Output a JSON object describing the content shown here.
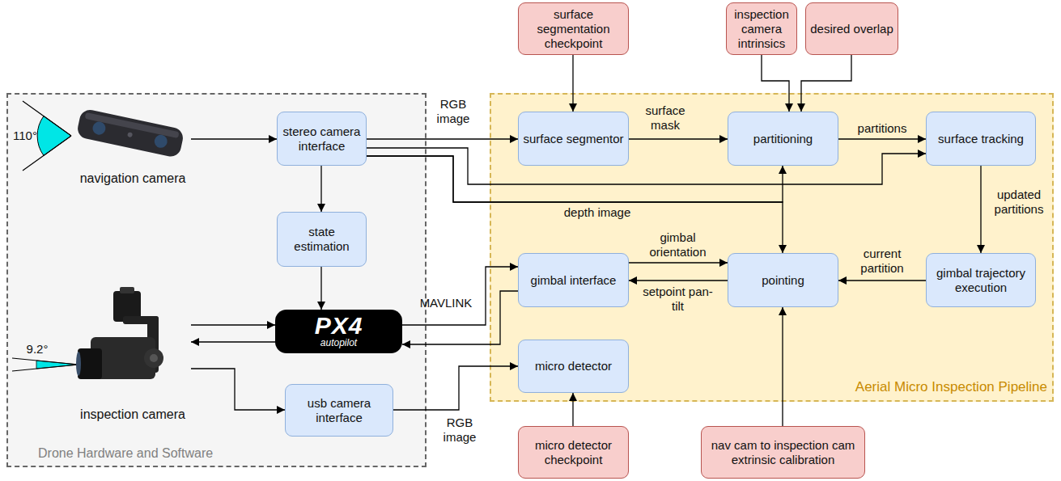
{
  "diagram": {
    "nodes": [
      {
        "text": [
          "Drone Hardware and Software"
        ]
      },
      {
        "text": [
          "navigation camera"
        ],
        "in": 0
      },
      {
        "text": [
          "stereo camera interface"
        ],
        "in": 0
      },
      {
        "text": [
          "state estimation"
        ],
        "in": 0
      },
      {
        "text": [
          "PX4",
          "autopilot"
        ],
        "in": 0
      },
      {
        "text": [
          "inspection camera"
        ],
        "in": 0
      },
      {
        "text": [
          "usb camera interface"
        ],
        "in": 0
      },
      {
        "text": [
          "Aerial Micro Inspection Pipeline"
        ]
      },
      {
        "text": [
          "surface segmentor"
        ],
        "in": 7
      },
      {
        "text": [
          "partitioning"
        ],
        "in": 7
      },
      {
        "text": [
          "surface tracking"
        ],
        "in": 7
      },
      {
        "text": [
          "gimbal interface"
        ],
        "in": 7
      },
      {
        "text": [
          "pointing"
        ],
        "in": 7
      },
      {
        "text": [
          "gimbal trajectory execution"
        ],
        "in": 7
      },
      {
        "text": [
          "micro detector"
        ],
        "in": 7
      },
      {
        "text": [
          "surface segmentation checkpoint"
        ]
      },
      {
        "text": [
          "inspection camera intrinsics"
        ]
      },
      {
        "text": [
          "desired overlap"
        ]
      },
      {
        "text": [
          "micro detector checkpoint"
        ]
      },
      {
        "text": [
          "nav cam to inspection cam extrinsic calibration"
        ]
      }
    ],
    "edges": [
      {
        "from": 1,
        "to": 2,
        "arrow": "to"
      },
      {
        "from": 2,
        "to": 3,
        "arrow": "to"
      },
      {
        "from": 3,
        "to": 4,
        "arrow": "to"
      },
      {
        "from": 2,
        "to": 8,
        "label": "RGB image",
        "arrow": "to"
      },
      {
        "from": 2,
        "to": 9,
        "arrow": "to"
      },
      {
        "from": 2,
        "to": 12,
        "label": "depth image",
        "arrow": "to"
      },
      {
        "from": 2,
        "to": 10,
        "arrow": "to"
      },
      {
        "from": 15,
        "to": 8,
        "arrow": "to"
      },
      {
        "from": 8,
        "to": 9,
        "label": "surface mask",
        "arrow": "to"
      },
      {
        "from": 16,
        "to": 9,
        "arrow": "to"
      },
      {
        "from": 17,
        "to": 9,
        "arrow": "to"
      },
      {
        "from": 9,
        "to": 10,
        "label": "partitions",
        "arrow": "to"
      },
      {
        "from": 10,
        "to": 13,
        "label": "updated partitions",
        "arrow": "to"
      },
      {
        "from": 13,
        "to": 12,
        "label": "current partition",
        "arrow": "to"
      },
      {
        "from": 11,
        "to": 12,
        "label": "gimbal orientation",
        "arrow": "to"
      },
      {
        "from": 12,
        "to": 11,
        "label": "setpoint pan-tilt",
        "arrow": "to"
      },
      {
        "from": 4,
        "to": 11,
        "label": "MAVLINK",
        "arrow": "to"
      },
      {
        "from": 11,
        "to": 4,
        "arrow": "to"
      },
      {
        "from": 19,
        "to": 12,
        "arrow": "to"
      },
      {
        "from": 18,
        "to": 14,
        "arrow": "to"
      },
      {
        "from": 6,
        "to": 14,
        "label": "RGB image",
        "arrow": "to"
      },
      {
        "from": 5,
        "to": 4,
        "arrow": "to"
      },
      {
        "from": 4,
        "to": 5,
        "arrow": "to"
      },
      {
        "from": 5,
        "to": 6,
        "arrow": "to"
      }
    ],
    "labels": [
      "110°",
      "9.2°"
    ]
  }
}
